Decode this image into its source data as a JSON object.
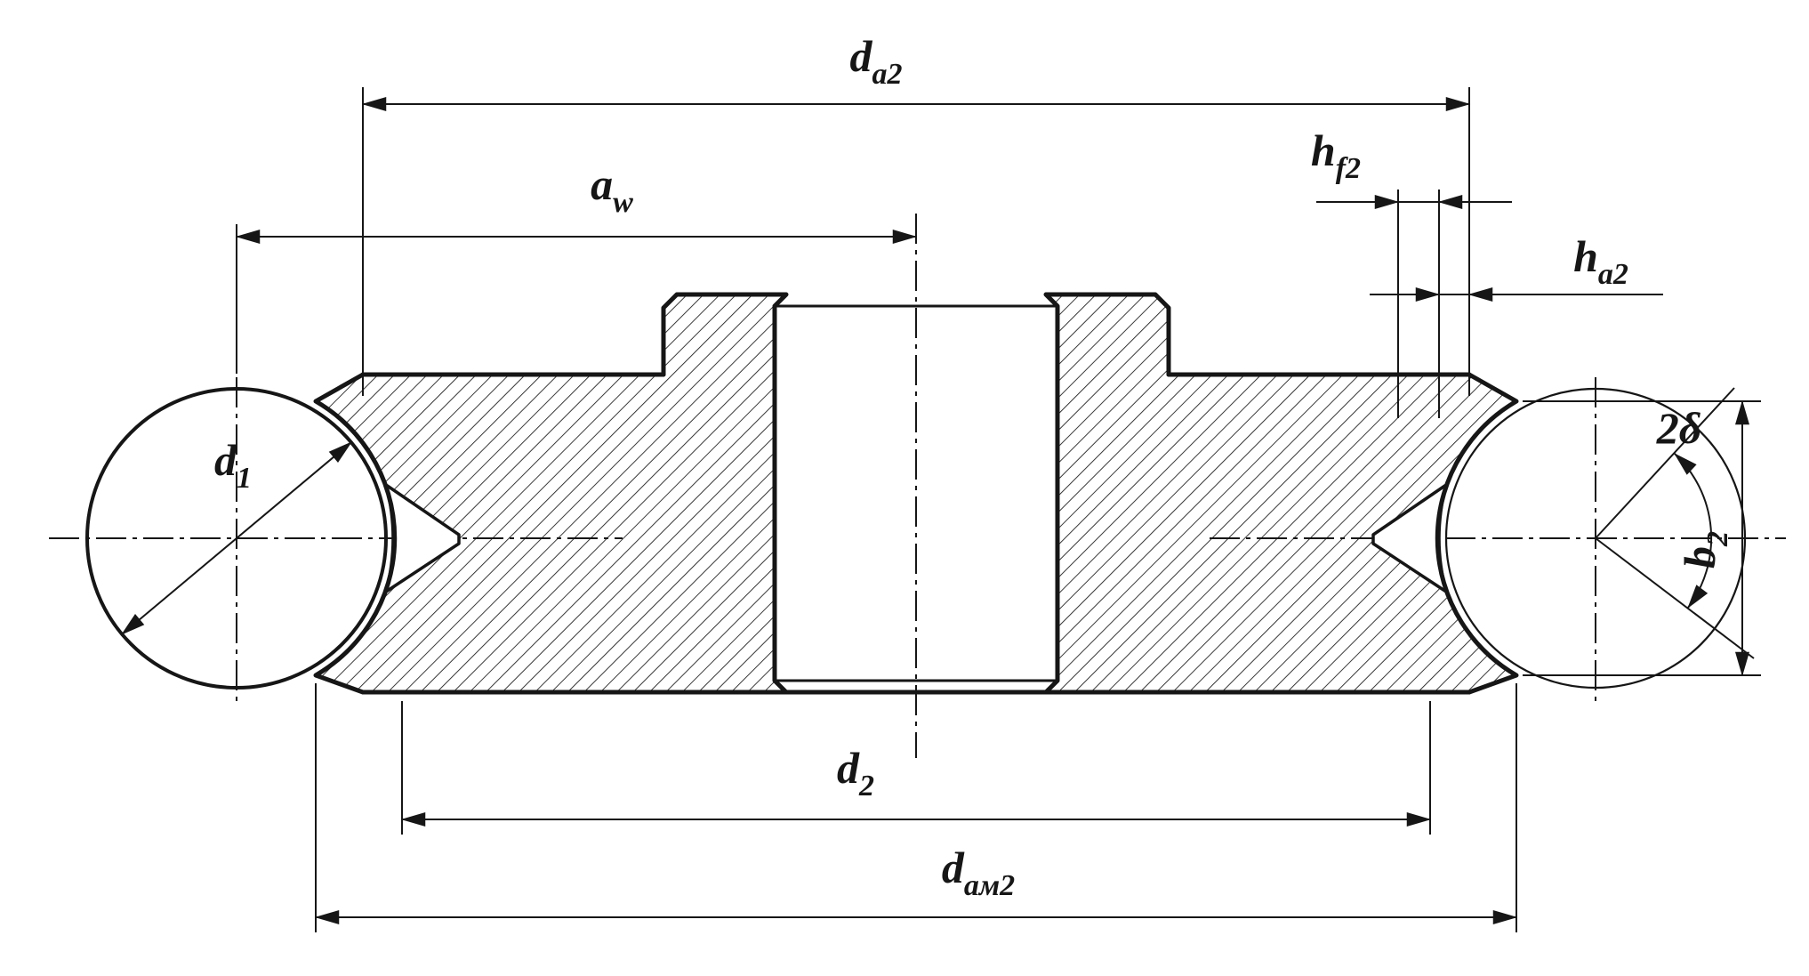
{
  "drawing": {
    "ink_color": "#161616",
    "paper_color": "#ffffff",
    "labels": {
      "da2": {
        "base": "d",
        "sub": "a2"
      },
      "aw": {
        "base": "a",
        "sub": "w"
      },
      "hf2": {
        "base": "h",
        "sub": "f2"
      },
      "ha2": {
        "base": "h",
        "sub": "a2"
      },
      "d1": {
        "base": "d",
        "sub": "1"
      },
      "delta": {
        "base": "2δ",
        "sub": ""
      },
      "b2": {
        "base": "b",
        "sub": "2"
      },
      "d2": {
        "base": "d",
        "sub": "2"
      },
      "dam2": {
        "base": "d",
        "sub": "ам2"
      }
    }
  }
}
